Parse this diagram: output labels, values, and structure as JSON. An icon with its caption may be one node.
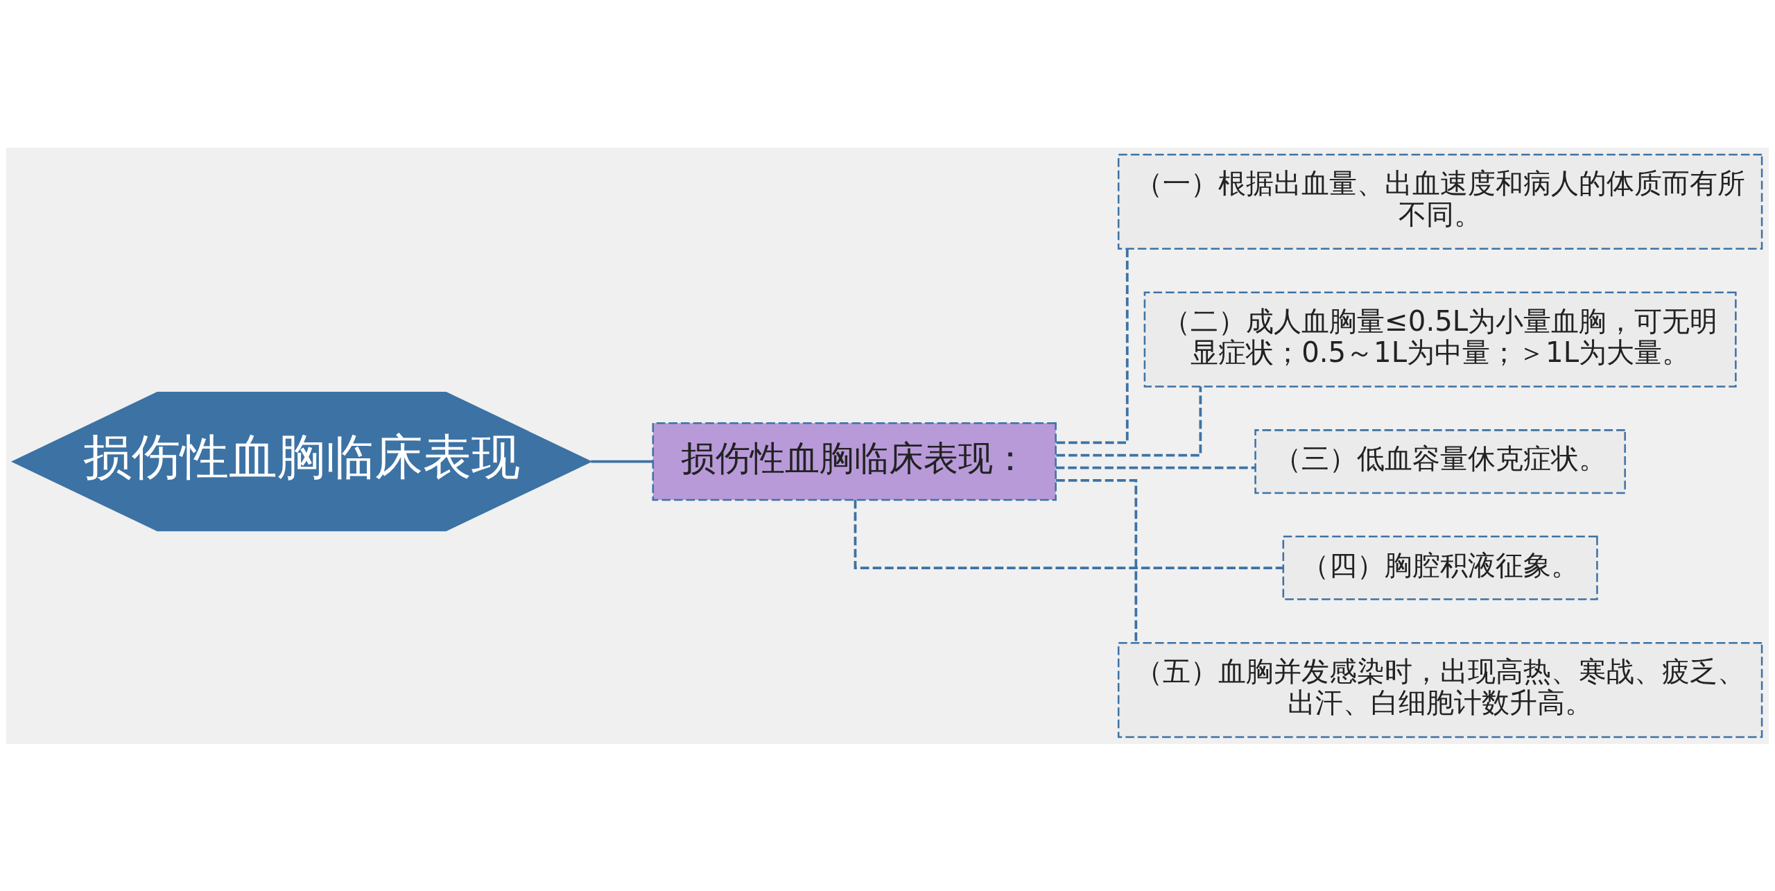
{
  "diagram": {
    "nodes": [
      {
        "text": [
          "损伤性血胸临床表现"
        ]
      },
      {
        "text": [
          "损伤性血胸临床表现："
        ]
      },
      {
        "text": [
          "（一）根据出血量、出血速度和病人的体质而有所不同。"
        ]
      },
      {
        "text": [
          "（二）成人血胸量≤0.5L为小量血胸，可无明显症状；0.5～1L为中量；＞1L为大量。"
        ]
      },
      {
        "text": [
          "（三）低血容量休克症状。"
        ]
      },
      {
        "text": [
          "（四）胸腔积液征象。"
        ]
      },
      {
        "text": [
          "（五）血胸并发感染时，出现高热、寒战、疲乏、出汗、白细胞计数升高。"
        ]
      }
    ],
    "edges": [
      {
        "from": 0,
        "to": 1,
        "arrow": "none"
      },
      {
        "from": 1,
        "to": 2,
        "arrow": "none",
        "style": "dashed"
      },
      {
        "from": 1,
        "to": 3,
        "arrow": "none",
        "style": "dashed"
      },
      {
        "from": 1,
        "to": 4,
        "arrow": "none",
        "style": "dashed"
      },
      {
        "from": 1,
        "to": 5,
        "arrow": "none",
        "style": "dashed"
      },
      {
        "from": 1,
        "to": 6,
        "arrow": "none",
        "style": "dashed"
      }
    ]
  }
}
